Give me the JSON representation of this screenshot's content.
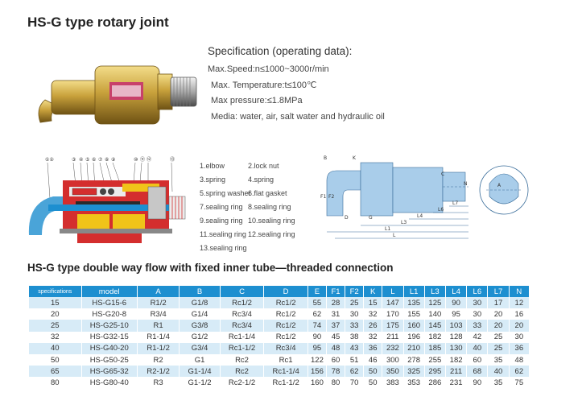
{
  "title": "HS-G type rotary joint",
  "spec": {
    "heading": "Specification (operating data):",
    "lines": [
      "Max.Speed:n≤1000~3000r/min",
      "Max. Temperature:t≤100℃",
      "Max pressure:≤1.8MPa",
      "Media: water, air, salt water and hydraulic oil"
    ]
  },
  "parts": [
    [
      "1.elbow",
      "2.lock nut"
    ],
    [
      "3.spring",
      "4.spring"
    ],
    [
      "5.spring washer",
      "6.flat gasket"
    ],
    [
      "7.sealing ring",
      "8.sealing ring"
    ],
    [
      "9.sealing ring",
      "10.sealing ring"
    ],
    [
      "11.sealing ring",
      "12.sealing ring"
    ],
    [
      "13.sealing ring",
      ""
    ]
  ],
  "callouts": [
    "①②",
    "③",
    "④",
    "⑤",
    "⑥",
    "⑦",
    "⑧",
    "⑨",
    "⑩",
    "⑪",
    "⑫",
    "⑬"
  ],
  "dim_labels": {
    "B": "B",
    "K": "K",
    "C": "C",
    "N": "N",
    "F1": "F1",
    "F2": "F2",
    "D": "D",
    "G": "G",
    "L7": "L7",
    "L6": "L6",
    "L4": "L4",
    "L3": "L3",
    "L1": "L1",
    "L": "L",
    "A": "A"
  },
  "subtitle": "HS-G type double way flow with fixed inner tube—threaded connection",
  "table": {
    "headers": [
      "specifications",
      "model",
      "A",
      "B",
      "C",
      "D",
      "E",
      "F1",
      "F2",
      "K",
      "L",
      "L1",
      "L3",
      "L4",
      "L6",
      "L7",
      "N"
    ],
    "rows": [
      [
        "15",
        "HS-G15-6",
        "R1/2",
        "G1/8",
        "Rc1/2",
        "Rc1/2",
        "55",
        "28",
        "25",
        "15",
        "147",
        "135",
        "125",
        "90",
        "30",
        "17",
        "12"
      ],
      [
        "20",
        "HS-G20-8",
        "R3/4",
        "G1/4",
        "Rc3/4",
        "Rc1/2",
        "62",
        "31",
        "30",
        "32",
        "170",
        "155",
        "140",
        "95",
        "30",
        "20",
        "16"
      ],
      [
        "25",
        "HS-G25-10",
        "R1",
        "G3/8",
        "Rc3/4",
        "Rc1/2",
        "74",
        "37",
        "33",
        "26",
        "175",
        "160",
        "145",
        "103",
        "33",
        "20",
        "20"
      ],
      [
        "32",
        "HS-G32-15",
        "R1-1/4",
        "G1/2",
        "Rc1-1/4",
        "Rc1/2",
        "90",
        "45",
        "38",
        "32",
        "211",
        "196",
        "182",
        "128",
        "42",
        "25",
        "30"
      ],
      [
        "40",
        "HS-G40-20",
        "R1-1/2",
        "G3/4",
        "Rc1-1/2",
        "Rc3/4",
        "95",
        "48",
        "43",
        "36",
        "232",
        "210",
        "185",
        "130",
        "40",
        "25",
        "36"
      ],
      [
        "50",
        "HS-G50-25",
        "R2",
        "G1",
        "Rc2",
        "Rc1",
        "122",
        "60",
        "51",
        "46",
        "300",
        "278",
        "255",
        "182",
        "60",
        "35",
        "48"
      ],
      [
        "65",
        "HS-G65-32",
        "R2-1/2",
        "G1-1/4",
        "Rc2",
        "Rc1-1/4",
        "156",
        "78",
        "62",
        "50",
        "350",
        "325",
        "295",
        "211",
        "68",
        "40",
        "62"
      ],
      [
        "80",
        "HS-G80-40",
        "R3",
        "G1-1/2",
        "Rc2-1/2",
        "Rc1-1/2",
        "160",
        "80",
        "70",
        "50",
        "383",
        "353",
        "286",
        "231",
        "90",
        "35",
        "75"
      ]
    ]
  }
}
